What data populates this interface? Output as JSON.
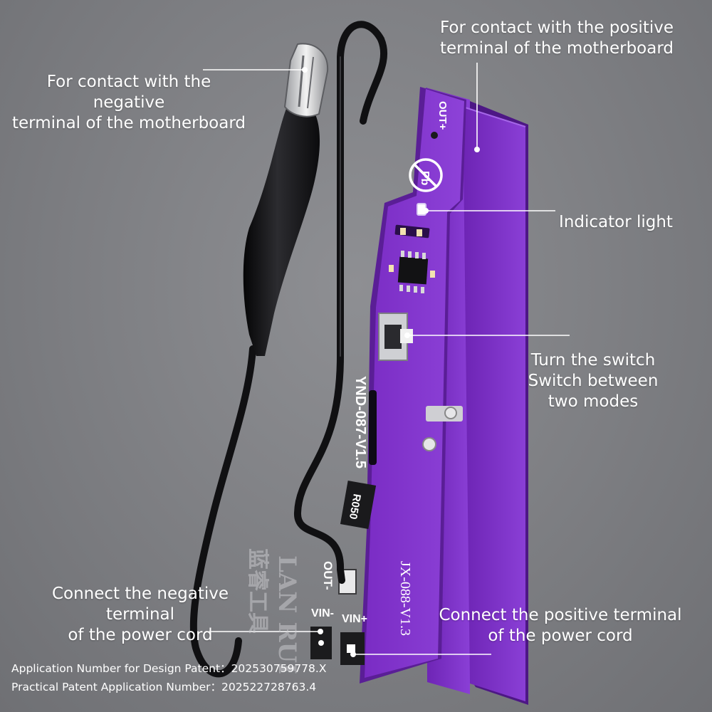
{
  "callouts": {
    "negative_terminal_motherboard": [
      "For contact with the negative",
      "terminal of the motherboard"
    ],
    "positive_terminal_motherboard": [
      "For contact with the positive",
      "terminal of the motherboard"
    ],
    "indicator_light": [
      "Indicator light"
    ],
    "switch": [
      "Turn the switch",
      "Switch between",
      "two modes"
    ],
    "negative_power_cord": [
      "Connect the negative terminal",
      "of the power cord"
    ],
    "positive_power_cord": [
      "Connect the positive terminal",
      "of the power cord"
    ]
  },
  "board": {
    "out_plus": "OUT+",
    "out_minus": "OUT-",
    "model_front": "YND-087-V1.5",
    "model_back": "JX-088-V1.3",
    "resistor": "R050",
    "vin_minus": "VIN-",
    "vin_plus": "VIN+",
    "pb": "Pb"
  },
  "watermark": {
    "cn": "蓝睿工具",
    "en": "LAN RUI"
  },
  "patents": {
    "design": "Application Number for Design Patent：202530759778.X",
    "practical": "Practical Patent Application Number：202522728763.4"
  },
  "colors": {
    "board_purple": "#7e2fc6",
    "board_dark": "#5b1f97",
    "wire": "#101012"
  }
}
